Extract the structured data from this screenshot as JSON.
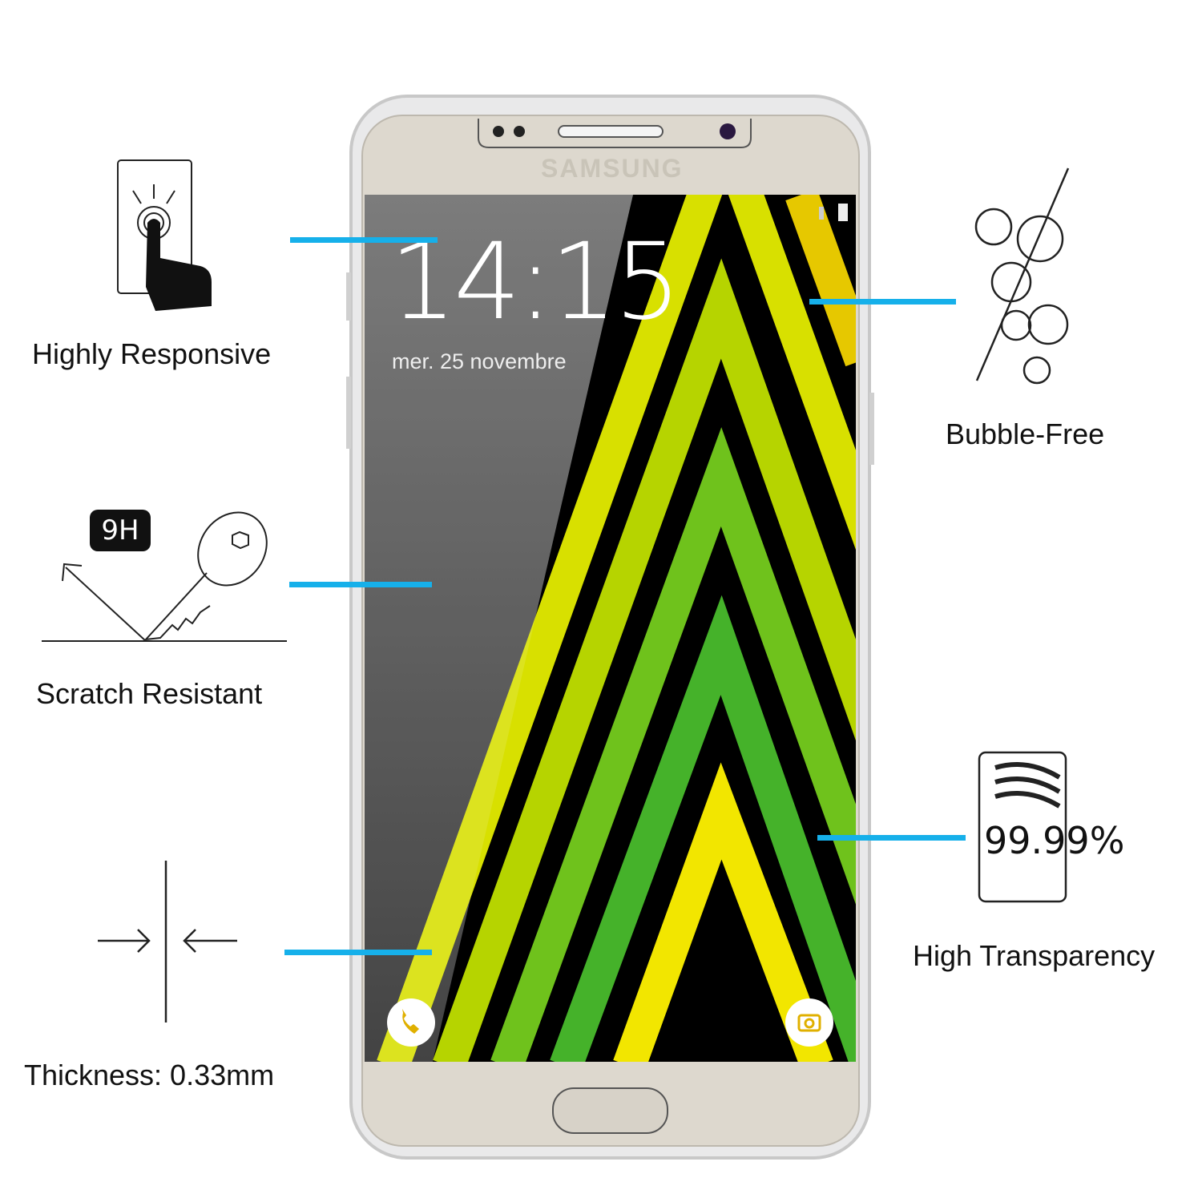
{
  "features": {
    "responsive": "Highly Responsive",
    "scratch": "Scratch Resistant",
    "thickness": "Thickness: 0.33mm",
    "bubble": "Bubble-Free",
    "transparency": "High Transparency"
  },
  "icons": {
    "hardness_badge": "9H",
    "transparency_value": "99.99%"
  },
  "phone": {
    "brand": "SAMSUNG",
    "time": "14:15",
    "date": "mer. 25 novembre"
  },
  "colors": {
    "callout_line": "#16b0ea",
    "yellow": "#f2e600",
    "lime": "#b8d400",
    "green": "#3fb22a"
  }
}
